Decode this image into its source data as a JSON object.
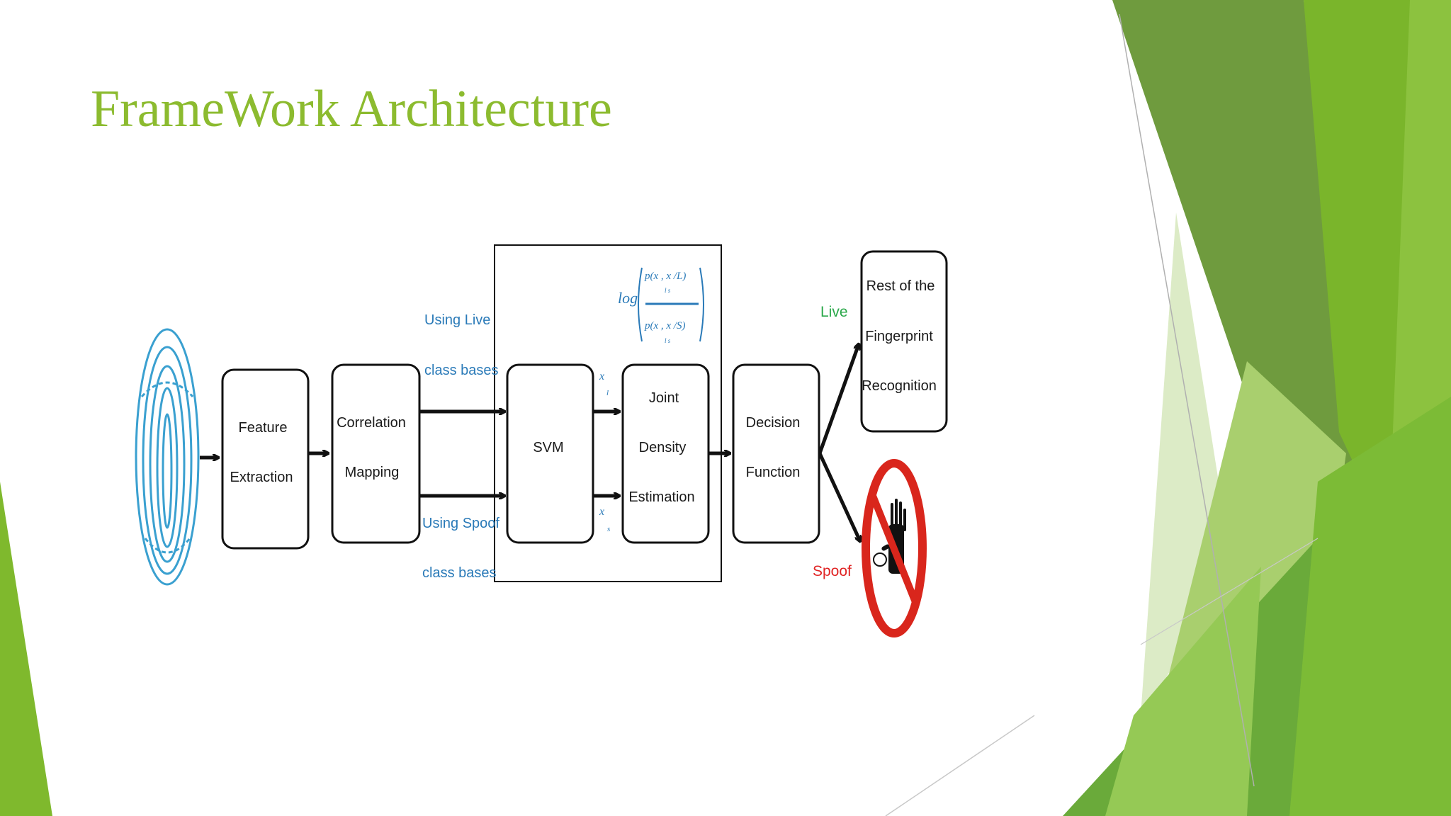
{
  "slide": {
    "title": "FrameWork Architecture",
    "accent_color": "#8cbb2f"
  },
  "diagram": {
    "input_icon": "fingerprint-icon",
    "boxes": {
      "feature_extraction": [
        "Feature",
        "Extraction"
      ],
      "correlation_mapping": [
        "Correlation",
        "Mapping"
      ],
      "svm": "SVM",
      "joint_density_estimation": [
        "Joint",
        "Density",
        "Estimation"
      ],
      "decision_function": [
        "Decision",
        "Function"
      ],
      "rest_of_recognition": [
        "Rest of the",
        "Fingerprint",
        "Recognition"
      ]
    },
    "labels": {
      "live_bases": [
        "Using  Live",
        "class bases"
      ],
      "spoof_bases": [
        "Using  Spoof",
        "class bases"
      ],
      "live": "Live",
      "spoof": "Spoof",
      "x_l": "x",
      "x_l_sub": "l",
      "x_s": "x",
      "x_s_sub": "s"
    },
    "formula": {
      "log": "log",
      "numerator": "p(x , x  /L)",
      "denominator": "p(x , x  /S)",
      "subscripts": "l     s"
    },
    "spoof_icon": "no-entry-hand-icon",
    "colors": {
      "label_blue": "#2a7ab8",
      "live_green": "#2aa84a",
      "spoof_red": "#e02424"
    }
  }
}
